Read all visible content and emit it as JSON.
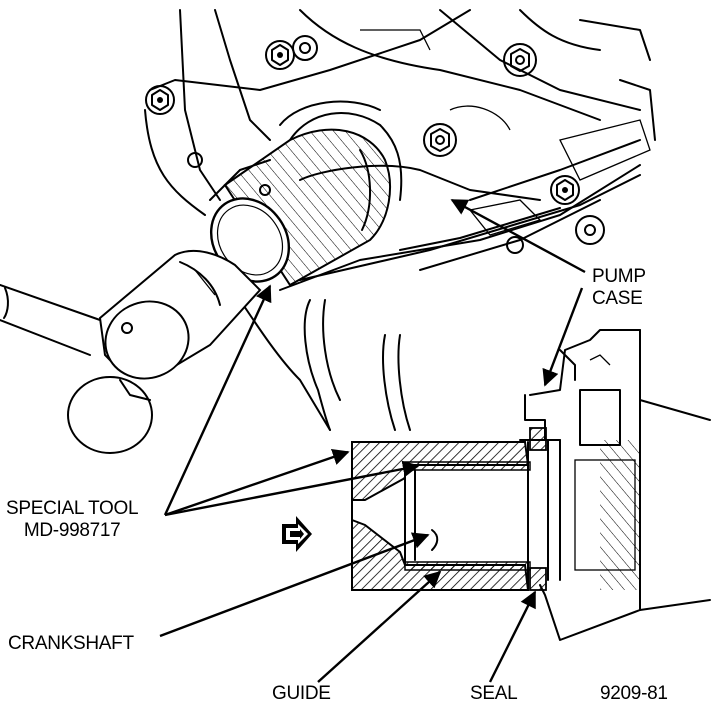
{
  "labels": {
    "pump_case_line1": "PUMP",
    "pump_case_line2": "CASE",
    "special_tool_line1": "SPECIAL TOOL",
    "special_tool_line2": "MD-998717",
    "crankshaft": "CRANKSHAFT",
    "guide": "GUIDE",
    "seal": "SEAL",
    "figure_number": "9209-81"
  },
  "icons": {
    "direction_arrow": "double-arrow-right-icon"
  }
}
